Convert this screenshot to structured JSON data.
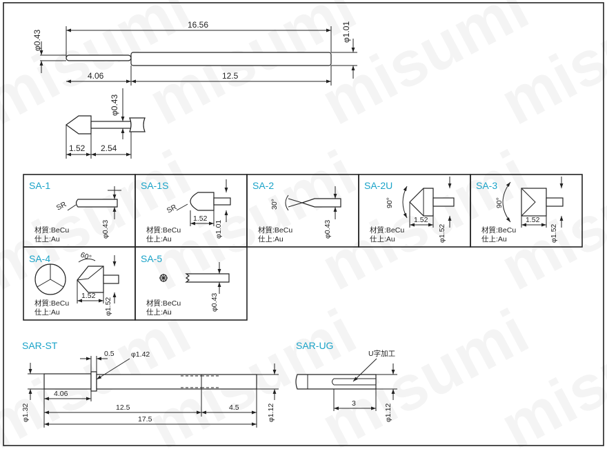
{
  "watermark": "misumi",
  "colors": {
    "label": "#1aa3c8",
    "line": "#222222"
  },
  "top": {
    "overall_length": "16.56",
    "head_diameter": "φ0.43",
    "barrel_diameter": "φ1.01",
    "tip_length": "4.06",
    "barrel_length": "12.5"
  },
  "detail": {
    "diameter": "φ0.43",
    "len_a": "1.52",
    "len_b": "2.54"
  },
  "tips": [
    {
      "label": "SA-1",
      "sr": "SR",
      "dia": "φ0.43",
      "material": "材質:BeCu",
      "finish": "仕上:Au"
    },
    {
      "label": "SA-1S",
      "sr": "SR",
      "dia": "φ1.01",
      "len": "1.52",
      "material": "材質:BeCu",
      "finish": "仕上:Au"
    },
    {
      "label": "SA-2",
      "angle": "30°",
      "dia": "φ0.43",
      "material": "材質:BeCu",
      "finish": "仕上:Au"
    },
    {
      "label": "SA-2U",
      "angle": "90°",
      "dia": "φ1.52",
      "len": "1.52",
      "material": "材質:BeCu",
      "finish": "仕上:Au"
    },
    {
      "label": "SA-3",
      "angle": "90°",
      "dia": "φ1.52",
      "len": "1.52",
      "material": "材質:BeCu",
      "finish": "仕上:Au"
    },
    {
      "label": "SA-4",
      "angle": "60°",
      "dia": "φ1.52",
      "len": "1.52",
      "material": "材質:BeCu",
      "finish": "仕上:Au"
    },
    {
      "label": "SA-5",
      "dia": "φ0.43",
      "material": "材質:BeCu",
      "finish": "仕上:Au"
    }
  ],
  "sar_st": {
    "label": "SAR-ST",
    "ring_width": "0.5",
    "ring_dia": "φ1.42",
    "left_dia": "φ1.32",
    "right_dia": "φ1.12",
    "len_tip": "4.06",
    "len_body": "12.5",
    "len_end": "4.5",
    "len_total": "17.5"
  },
  "sar_ug": {
    "label": "SAR-UG",
    "note": "U字加工",
    "len": "3",
    "dia": "φ1.12"
  }
}
